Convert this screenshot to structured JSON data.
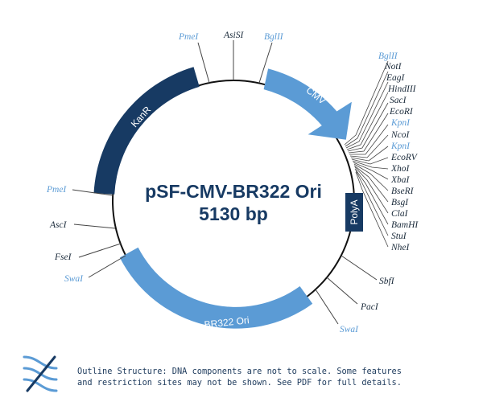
{
  "plasmid": {
    "name": "pSF-CMV-BR322 Ori",
    "size": "5130 bp"
  },
  "colors": {
    "dark": "#173a63",
    "light": "#5b9bd5",
    "backbone": "#111111",
    "text_dark": "#1a2a3a"
  },
  "features": {
    "kanr": {
      "label": "KanR"
    },
    "cmv": {
      "label": "CMV"
    },
    "br322": {
      "label": "BR322 Ori"
    },
    "polya": {
      "label": "PolyA"
    }
  },
  "sites": {
    "pme_top": "PmeI",
    "asisi": "AsiSI",
    "bglii_top": "BglII",
    "bglii_right": "BglII",
    "noti": "NotI",
    "eagi": "EagI",
    "hindiii": "HindIII",
    "saci": "SacI",
    "ecori": "EcoRI",
    "kpni_1": "KpnI",
    "ncoi": "NcoI",
    "kpni_2": "KpnI",
    "ecorv": "EcoRV",
    "xhoi": "XhoI",
    "xbai": "XbaI",
    "bseri": "BseRI",
    "bsgi": "BsgI",
    "clai": "ClaI",
    "bamhi": "BamHI",
    "stui": "StuI",
    "nhei": "NheI",
    "sbfi": "SbfI",
    "paci": "PacI",
    "swai_right": "SwaI",
    "pme_left": "PmeI",
    "asci": "AscI",
    "fsei": "FseI",
    "swai_left": "SwaI"
  },
  "footer": {
    "line1": "Outline Structure: DNA components are not to scale. Some features",
    "line2": "and restriction sites may not be shown. See PDF for full details."
  }
}
